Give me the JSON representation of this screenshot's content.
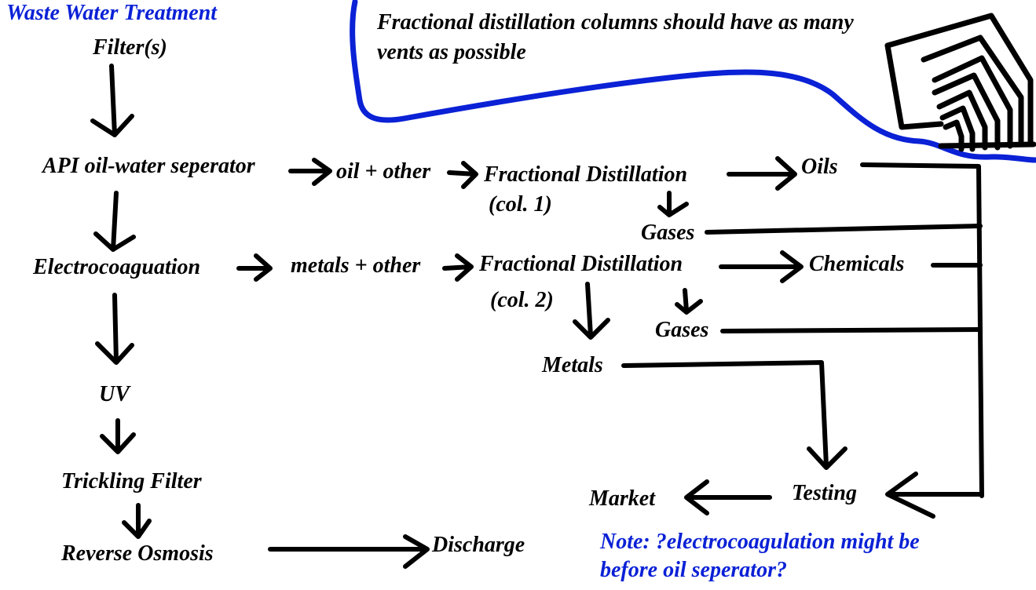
{
  "colors": {
    "ink": "#000000",
    "title": "#0a21d6",
    "note": "#0a21d6",
    "highlight": "#0a21d6"
  },
  "title": "Waste Water Treatment",
  "note_columns": {
    "line1": "Fractional distillation columns should have as many",
    "line2": "vents as possible"
  },
  "nodes": {
    "filters": "Filter(s)",
    "api_separator": "API oil-water seperator",
    "oil_other": "oil + other",
    "frac1": "Fractional Distillation",
    "frac1_col": "(col. 1)",
    "oils": "Oils",
    "gases1": "Gases",
    "electrocoagulation": "Electrocoaguation",
    "metals_other": "metals + other",
    "frac2": "Fractional Distillation",
    "frac2_col": "(col. 2)",
    "chemicals": "Chemicals",
    "gases2": "Gases",
    "metals": "Metals",
    "uv": "UV",
    "trickling": "Trickling Filter",
    "reverse_osmosis": "Reverse Osmosis",
    "discharge": "Discharge",
    "testing": "Testing",
    "market": "Market"
  },
  "note_bottom": {
    "line1": "Note: ?electrocoagulation might be",
    "line2": "before oil seperator?"
  },
  "icons": {
    "column_sketch": "distillation-column-sketch"
  }
}
